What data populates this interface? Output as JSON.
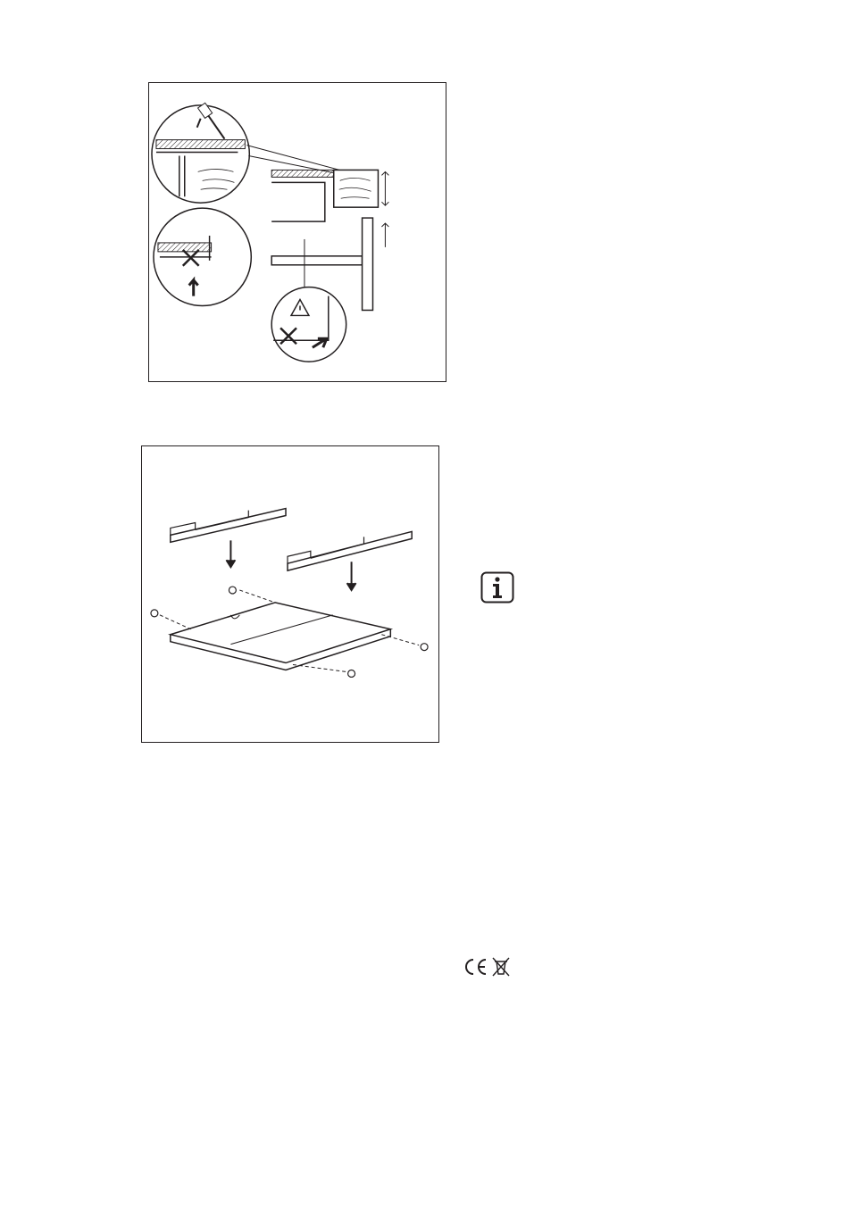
{
  "page": {
    "background": "#ffffff",
    "line_color": "#231f20"
  },
  "figures": [
    {
      "id": "fig1",
      "content": "installation-sealing-diagram"
    },
    {
      "id": "fig2",
      "content": "mounting-rails-assembly-diagram"
    }
  ],
  "icons": {
    "info": "info-icon",
    "ce": "ce-mark-icon",
    "weee": "crossed-out-bin-icon",
    "warning": "warning-triangle-icon"
  }
}
